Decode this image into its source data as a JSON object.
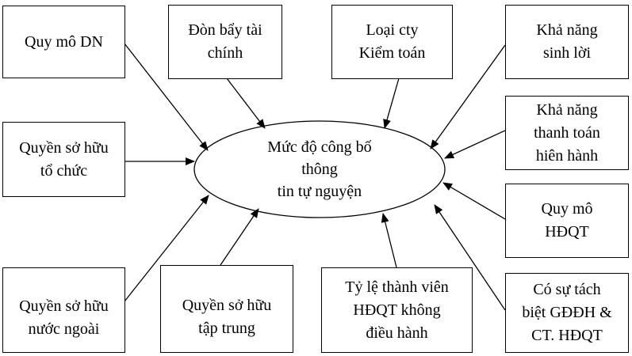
{
  "center": {
    "lines": [
      "Mức độ công bố",
      "thông",
      "tin tự nguyện"
    ]
  },
  "factors": [
    {
      "id": "quy-mo-dn",
      "lines": [
        "Quy mô DN"
      ]
    },
    {
      "id": "don-bay-tai-chinh",
      "lines": [
        "Đòn bẩy tài",
        "chính"
      ]
    },
    {
      "id": "loai-cty-kiem-toan",
      "lines": [
        "Loại cty",
        "Kiểm toán"
      ]
    },
    {
      "id": "kha-nang-sinh-loi",
      "lines": [
        "Khả năng",
        "sinh lời"
      ]
    },
    {
      "id": "quyen-so-huu-to-chuc",
      "lines": [
        "Quyền sở hữu",
        "tổ chức"
      ]
    },
    {
      "id": "kha-nang-thanh-toan",
      "lines": [
        "Khả năng",
        "thanh toán",
        "hiên hành"
      ]
    },
    {
      "id": "quy-mo-hdqt",
      "lines": [
        "Quy mô",
        "HĐQT"
      ]
    },
    {
      "id": "quyen-so-huu-nuoc-ngoai",
      "lines": [
        "Quyền sở hữu",
        "nước ngoài"
      ]
    },
    {
      "id": "quyen-so-huu-tap-trung",
      "lines": [
        "Quyền sở hữu",
        "tập trung"
      ]
    },
    {
      "id": "ty-le-thanh-vien-hdqt",
      "lines": [
        "Tỷ lệ thành viên",
        "HĐQT không",
        "điều hành"
      ]
    },
    {
      "id": "co-su-tach-biet",
      "lines": [
        "Có sự tách",
        "biệt GĐĐH &",
        "CT. HĐQT"
      ]
    }
  ]
}
